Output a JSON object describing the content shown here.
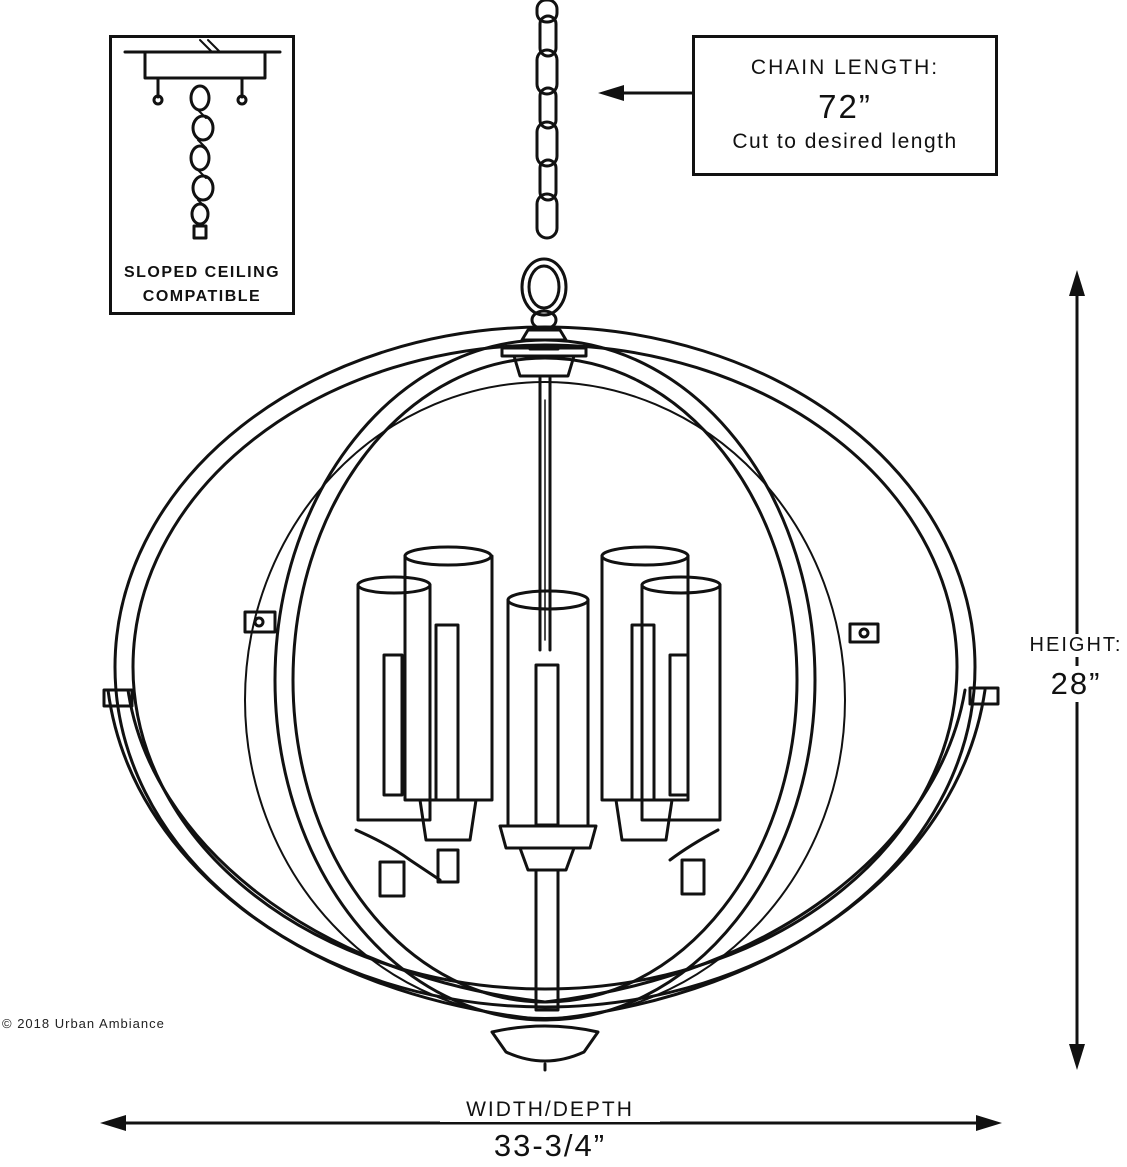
{
  "inset": {
    "line1": "SLOPED CEILING",
    "line2": "COMPATIBLE"
  },
  "chain_length": {
    "title": "CHAIN LENGTH:",
    "value": "72”",
    "note": "Cut to desired length"
  },
  "height": {
    "label": "HEIGHT:",
    "value": "28”"
  },
  "width_depth": {
    "label": "WIDTH/DEPTH",
    "value": "33-3/4”"
  },
  "copyright": "© 2018 Urban Ambiance",
  "colors": {
    "line": "#111111",
    "background": "#ffffff"
  }
}
